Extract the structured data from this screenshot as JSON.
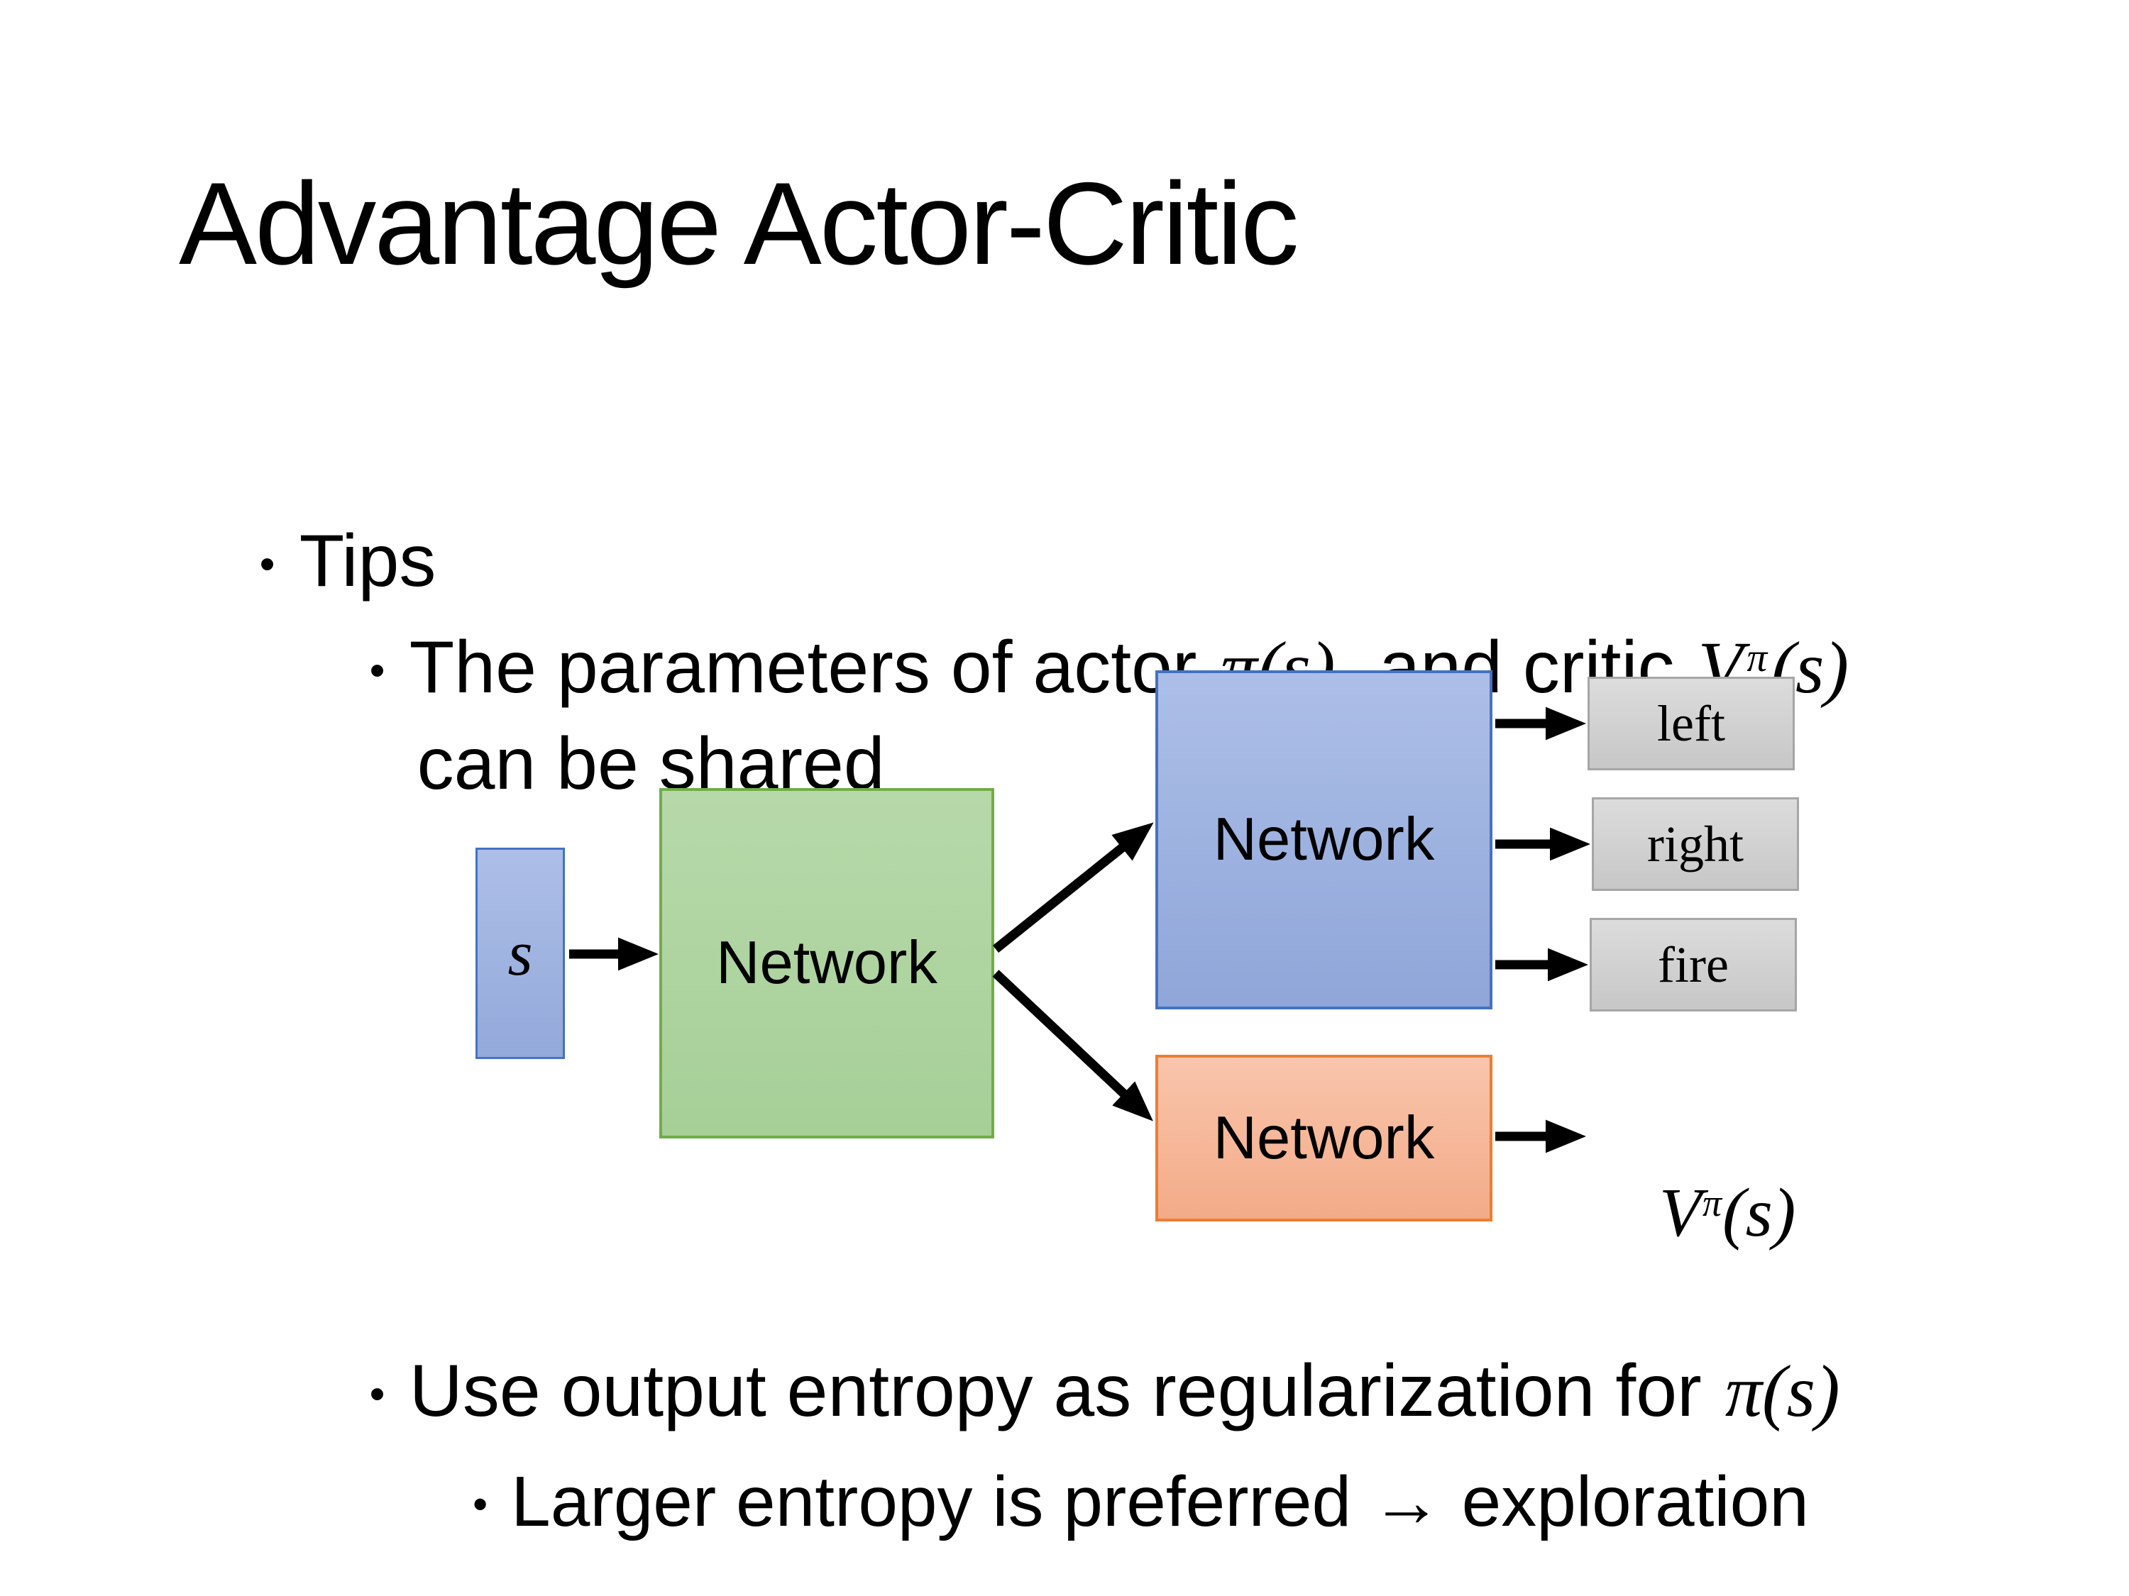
{
  "slide": {
    "title": "Advantage Actor-Critic",
    "bullet_char": "•",
    "bullets": {
      "tips": "Tips",
      "param_before": "The parameters of actor ",
      "param_pi": "π(s)",
      "param_mid": "  and critic ",
      "param_v_base": "V",
      "param_v_sup": "π",
      "param_v_args": "(s)",
      "param_line2": "can be shared",
      "entropy_before": "Use output entropy as regularization for ",
      "entropy_pi": "π(s)",
      "larger": "Larger entropy is preferred → exploration"
    }
  },
  "diagram": {
    "input_label": "s",
    "shared_network_label": "Network",
    "actor_network_label": "Network",
    "critic_network_label": "Network",
    "action_outputs": [
      "left",
      "right",
      "fire"
    ],
    "value_base": "V",
    "value_sup": "π",
    "value_args": "(s)",
    "colors": {
      "input_fill": "#a6b9e3",
      "input_border": "#4472c4",
      "shared_fill": "#aed3a0",
      "shared_border": "#70ad47",
      "actor_fill": "#9fb4e1",
      "actor_border": "#4472c4",
      "critic_fill": "#f7bc9f",
      "critic_border": "#ed7d31",
      "output_fill": "#d2d2d2",
      "output_border": "#a6a6a6",
      "arrow": "#000000"
    }
  }
}
